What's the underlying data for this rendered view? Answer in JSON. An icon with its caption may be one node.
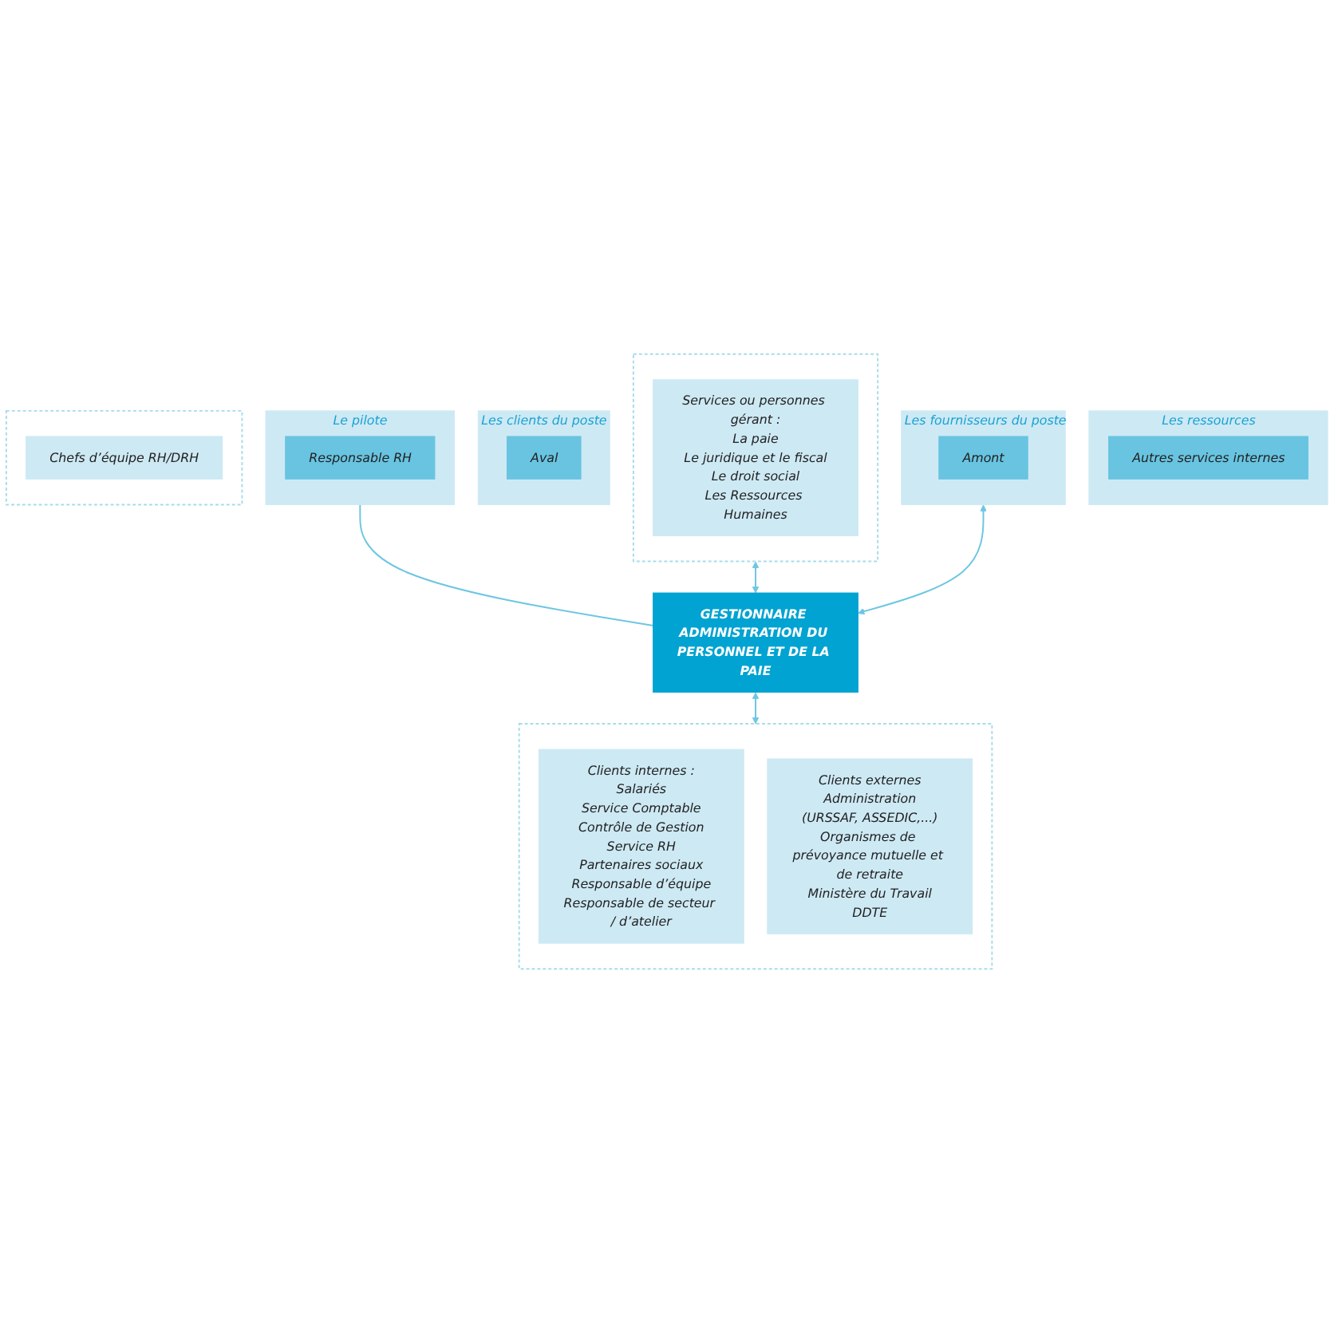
{
  "diagram": {
    "nodes": [
      {
        "text": [
          "Les ressources"
        ]
      },
      {
        "text": [
          "Autres services internes"
        ],
        "in": 0
      },
      {
        "text": [],
        "shape": "box"
      },
      {
        "text": [
          "Services ou personnes gérant :",
          "La paie",
          "Le juridique et le fiscal",
          "Le droit social",
          "Les Ressources Humaines"
        ],
        "in": 2
      },
      {
        "text": [
          "Le pilote"
        ]
      },
      {
        "text": [
          "Responsable RH"
        ],
        "in": 4
      },
      {
        "text": [
          "Les clients du poste"
        ]
      },
      {
        "text": [
          "Aval"
        ],
        "in": 6
      },
      {
        "text": [
          "Les fournisseurs du poste"
        ]
      },
      {
        "text": [
          "Amont"
        ],
        "in": 8
      },
      {
        "text": [
          "GESTIONNAIRE ADMINISTRATION DU PERSONNEL ET DE LA PAIE"
        ]
      },
      {
        "text": [],
        "shape": "box"
      },
      {
        "text": [
          "Clients internes :",
          "Salariés",
          "Service Comptable",
          "Contrôle de Gestion",
          "Service RH",
          "Partenaires sociaux",
          "Responsable d’équipe",
          "Responsable de secteur / d’atelier"
        ],
        "in": 11
      },
      {
        "text": [
          "Clients externes",
          "Administration",
          "(URSSAF, ASSEDIC,...)",
          "Organismes de prévoyance mutuelle et de retraite",
          "Ministère du Travail",
          "DDTE"
        ],
        "in": 11
      },
      {
        "text": [],
        "shape": "box"
      },
      {
        "text": [
          "Chefs d’équipe RH/DRH"
        ],
        "in": 14
      }
    ],
    "edges": [
      {
        "from": 4,
        "to": 10,
        "arrow": "none"
      },
      {
        "from": 2,
        "to": 10,
        "arrow": "both"
      },
      {
        "from": 8,
        "to": 10,
        "arrow": "both"
      },
      {
        "from": 10,
        "to": 11,
        "arrow": "both"
      }
    ]
  }
}
